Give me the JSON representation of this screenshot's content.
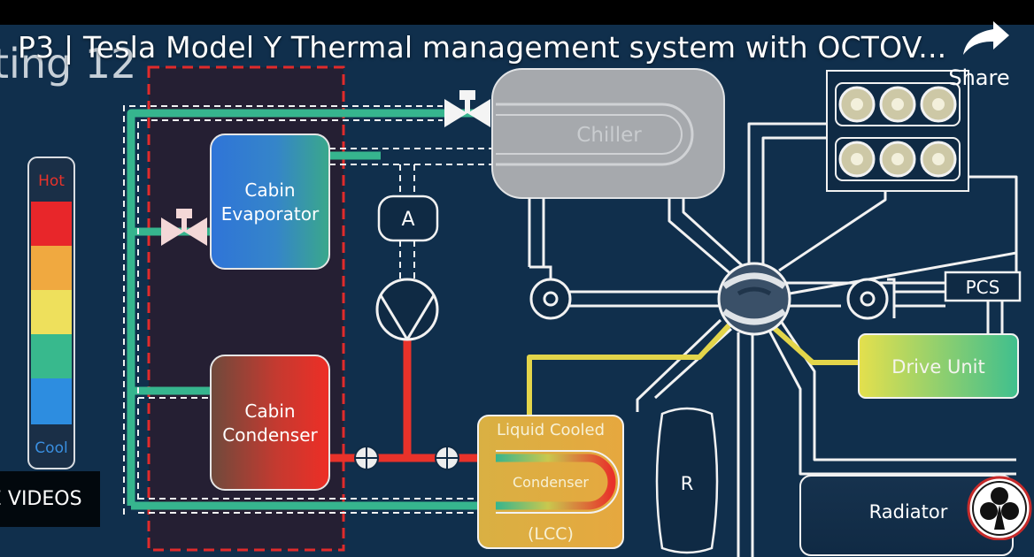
{
  "video": {
    "title": "P3 | Tesla Model Y Thermal management system with OCTOV...",
    "mode_label": "ting 12",
    "share_label": "Share",
    "more_videos_label": "E VIDEOS"
  },
  "diagram": {
    "legend": {
      "hot": "Hot",
      "cool": "Cool"
    },
    "chiller": "Chiller",
    "cabin_evaporator": {
      "line1": "Cabin",
      "line2": "Evaporator"
    },
    "cabin_condenser": {
      "line1": "Cabin",
      "line2": "Condenser"
    },
    "accumulator": "A",
    "lcc": {
      "line1": "Liquid Cooled",
      "line2": "Condenser",
      "line3": "(LCC)"
    },
    "reservoir": "R",
    "pcs": "PCS",
    "drive_unit": "Drive Unit",
    "radiator": "Radiator"
  },
  "colors": {
    "background": "#0f2a44",
    "refrigerant_hot": "#e8322a",
    "refrigerant_cool": "#36b58e",
    "coolant_warm": "#e3d54a",
    "line_white": "#f2f2f2",
    "boundary_red": "#e02b2b"
  },
  "icons": [
    "share-icon",
    "expansion-valve-icon",
    "compressor-icon",
    "pump-icon",
    "octovalve-icon",
    "battery-icon",
    "club-logo-icon"
  ]
}
